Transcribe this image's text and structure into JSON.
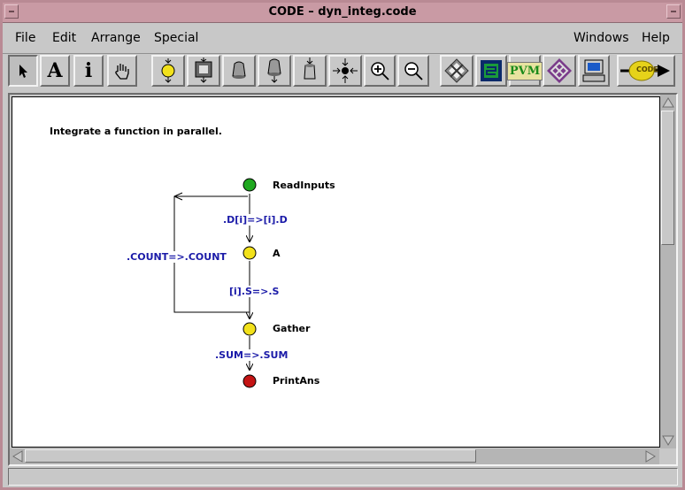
{
  "window": {
    "title": "CODE – dyn_integ.code"
  },
  "menu": {
    "file": "File",
    "edit": "Edit",
    "arrange": "Arrange",
    "special": "Special",
    "windows": "Windows",
    "help": "Help"
  },
  "toolbar": {
    "text_tool": "A",
    "info_tool": "i",
    "pvm_label": "PVM",
    "code_badge": "CODE"
  },
  "graph": {
    "description": "Integrate a function in parallel.",
    "nodes": [
      {
        "name": "ReadInputs",
        "color": "#1fa81f"
      },
      {
        "name": "A",
        "color": "#f2e11b"
      },
      {
        "name": "Gather",
        "color": "#f2e11b"
      },
      {
        "name": "PrintAns",
        "color": "#c41414"
      }
    ],
    "arcs": {
      "readinputs_to_a": ".D[i]=>[i].D",
      "a_to_gather": "[i].S=>.S",
      "loop": ".COUNT=>.COUNT",
      "gather_to_printans": ".SUM=>.SUM"
    }
  },
  "colors": {
    "title_bar": "#c99aa4",
    "arc_label": "#1a1aa8",
    "chrome": "#c8c8c8"
  }
}
